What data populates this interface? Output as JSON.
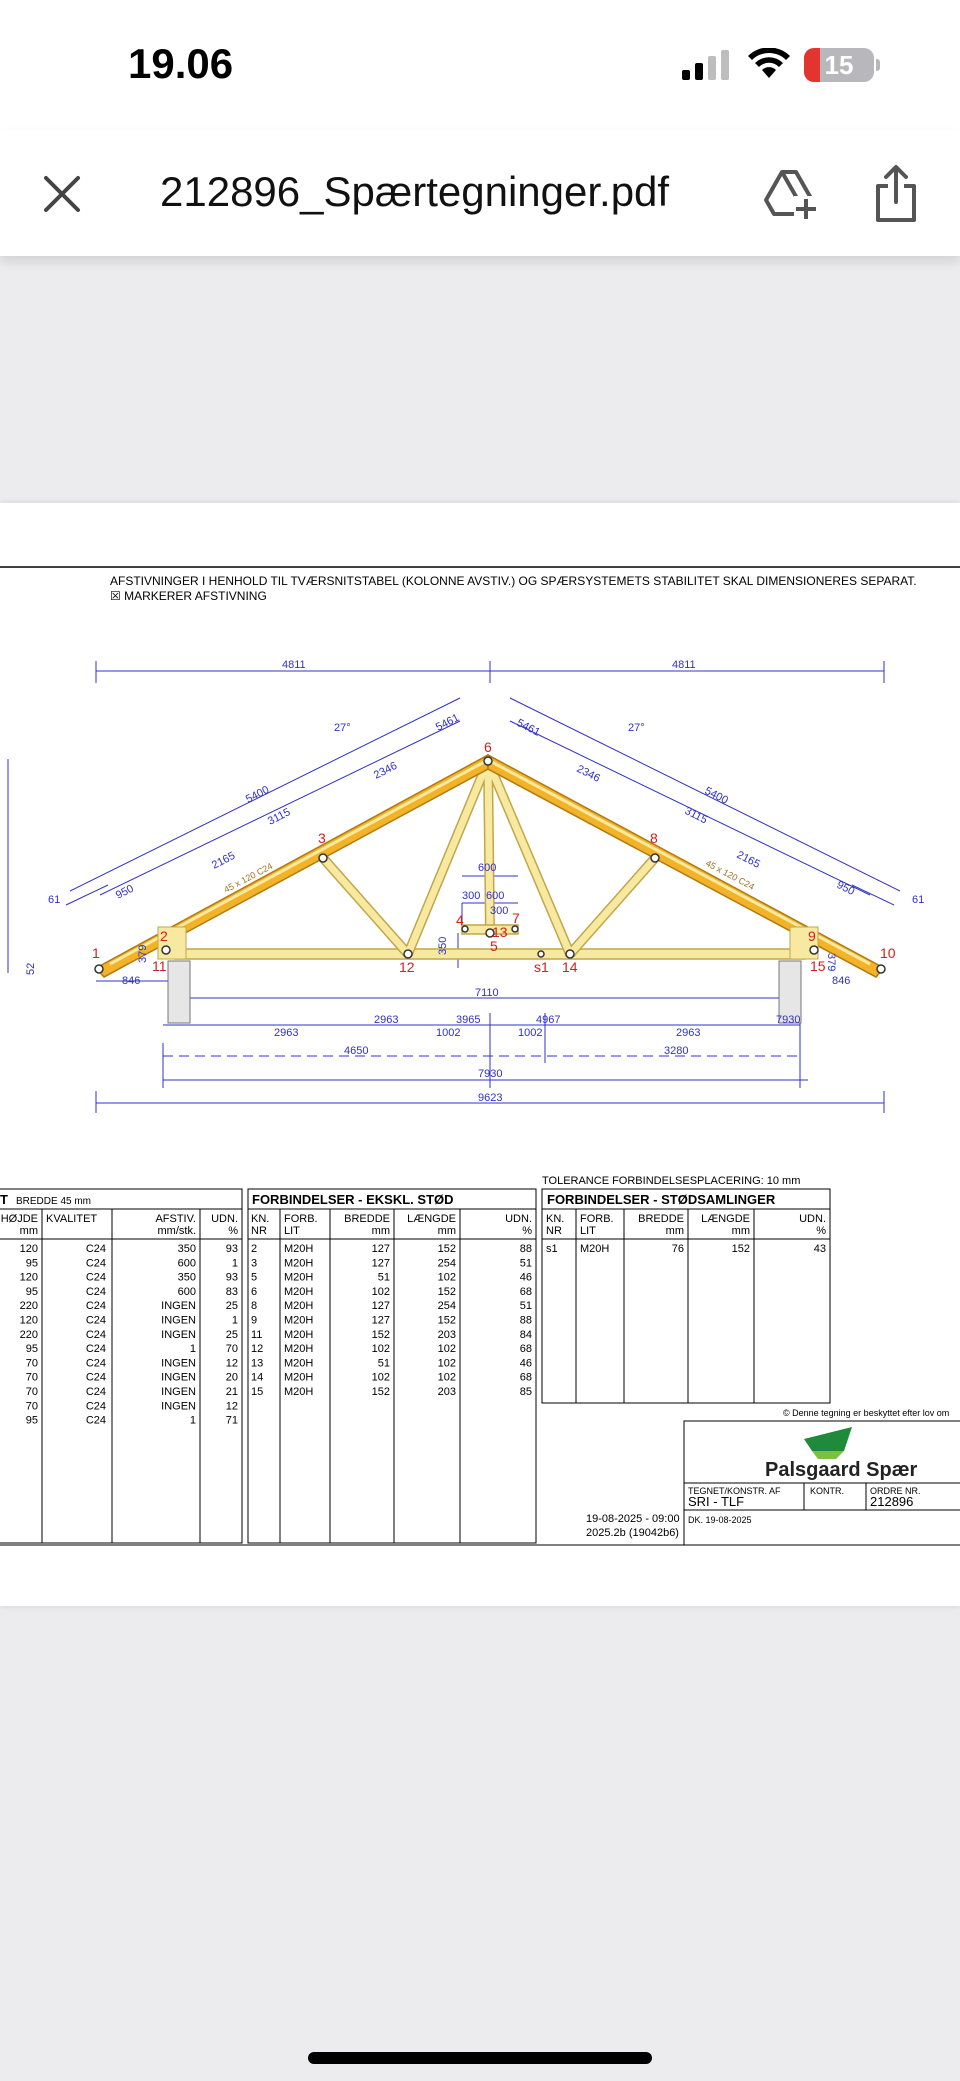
{
  "status_bar": {
    "time": "19.06",
    "battery_level": "15"
  },
  "toolbar": {
    "title": "212896_Spærtegninger.pdf"
  },
  "drawing": {
    "header_note_1": "AFSTIVNINGER I HENHOLD TIL TVÆRSNITSTABEL (KOLONNE AVSTIV.) OG SPÆRSYSTEMETS STABILITET SKAL DIMENSIONERES SEPARAT.",
    "header_note_2": "☒ MARKERER AFSTIVNING",
    "dimensions": {
      "top_left": "4811",
      "top_right": "4811",
      "angle_left": "27°",
      "angle_right": "27°",
      "rafter_top_left": "5461",
      "rafter_top_right": "5461",
      "rafter_left_5400": "5400",
      "rafter_right_5400": "5400",
      "left_2346": "2346",
      "right_2346": "2346",
      "left_3115": "3115",
      "right_3115": "3115",
      "left_2165": "2165",
      "right_2165": "2165",
      "left_950": "950",
      "right_950": "950",
      "left_61": "61",
      "right_61": "61",
      "center_600": "600",
      "center_300a": "300",
      "center_600b": "600",
      "center_300b": "300",
      "height_350": "350",
      "left_379": "379",
      "right_379": "379",
      "left_846": "846",
      "right_846": "846",
      "left_52": "52",
      "span_7110": "7110",
      "seg_2963a": "2963",
      "seg_2963b": "2963",
      "seg_3965": "3965",
      "seg_1002a": "1002",
      "seg_1002b": "1002",
      "seg_4967": "4967",
      "seg_2963c": "2963",
      "seg_7930a": "7930",
      "seg_4650": "4650",
      "seg_3280": "3280",
      "span_7930": "7930",
      "span_9623": "9623"
    },
    "nodes": [
      "1",
      "2",
      "3",
      "4",
      "5",
      "6",
      "7",
      "8",
      "9",
      "10",
      "11",
      "12",
      "13",
      "14",
      "15",
      "s1"
    ],
    "member_labels": [
      "45 x 120 C24",
      "45 x 120 C24"
    ],
    "table_left": {
      "title_fragment": "T",
      "subtitle": "BREDDE 45 mm",
      "headers": [
        "HØJDE\nmm",
        "KVALITET",
        "AFSTIV.\nmm/stk.",
        "UDN.\n%"
      ],
      "rows": [
        [
          "120",
          "C24",
          "350",
          "93"
        ],
        [
          "95",
          "C24",
          "600",
          "1"
        ],
        [
          "120",
          "C24",
          "350",
          "93"
        ],
        [
          "95",
          "C24",
          "600",
          "83"
        ],
        [
          "220",
          "C24",
          "INGEN",
          "25"
        ],
        [
          "120",
          "C24",
          "INGEN",
          "1"
        ],
        [
          "220",
          "C24",
          "INGEN",
          "25"
        ],
        [
          "95",
          "C24",
          "1",
          "70"
        ],
        [
          "70",
          "C24",
          "INGEN",
          "12"
        ],
        [
          "70",
          "C24",
          "INGEN",
          "20"
        ],
        [
          "70",
          "C24",
          "INGEN",
          "21"
        ],
        [
          "70",
          "C24",
          "INGEN",
          "12"
        ],
        [
          "95",
          "C24",
          "1",
          "71"
        ]
      ]
    },
    "table_mid": {
      "title": "FORBINDELSER - EKSKL. STØD",
      "headers": [
        "KN.\nNR",
        "FORB.\nLIT",
        "BREDDE\nmm",
        "LÆNGDE\nmm",
        "UDN.\n%"
      ],
      "rows": [
        [
          "2",
          "M20H",
          "127",
          "152",
          "88"
        ],
        [
          "3",
          "M20H",
          "127",
          "254",
          "51"
        ],
        [
          "5",
          "M20H",
          "51",
          "102",
          "46"
        ],
        [
          "6",
          "M20H",
          "102",
          "152",
          "68"
        ],
        [
          "8",
          "M20H",
          "127",
          "254",
          "51"
        ],
        [
          "9",
          "M20H",
          "127",
          "152",
          "88"
        ],
        [
          "11",
          "M20H",
          "152",
          "203",
          "84"
        ],
        [
          "12",
          "M20H",
          "102",
          "102",
          "68"
        ],
        [
          "13",
          "M20H",
          "51",
          "102",
          "46"
        ],
        [
          "14",
          "M20H",
          "102",
          "102",
          "68"
        ],
        [
          "15",
          "M20H",
          "152",
          "203",
          "85"
        ]
      ]
    },
    "table_right": {
      "tolerance": "TOLERANCE FORBINDELSESPLACERING: 10 mm",
      "title": "FORBINDELSER - STØDSAMLINGER",
      "headers": [
        "KN.\nNR",
        "FORB.\nLIT",
        "BREDDE\nmm",
        "LÆNGDE\nmm",
        "UDN.\n%"
      ],
      "rows": [
        [
          "s1",
          "M20H",
          "76",
          "152",
          "43"
        ]
      ]
    },
    "title_block": {
      "copyright": "© Denne tegning er beskyttet efter lov om",
      "company": "Palsgaard Spær",
      "drawn_label": "TEGNET/KONSTR. AF",
      "drawn_value": "SRI - TLF",
      "control_label": "KONTR.",
      "order_label": "ORDRE NR.",
      "order_value": "212896",
      "dk_line": "DK. 19-08-2025",
      "timestamp": "19-08-2025 - 09:00",
      "version": "2025.2b (19042b6)"
    }
  },
  "colors": {
    "timber_fill": "#f7e9a0",
    "rafter_fill": "#f3b329",
    "dim_line": "#3030c8",
    "node_label": "#d02020"
  }
}
